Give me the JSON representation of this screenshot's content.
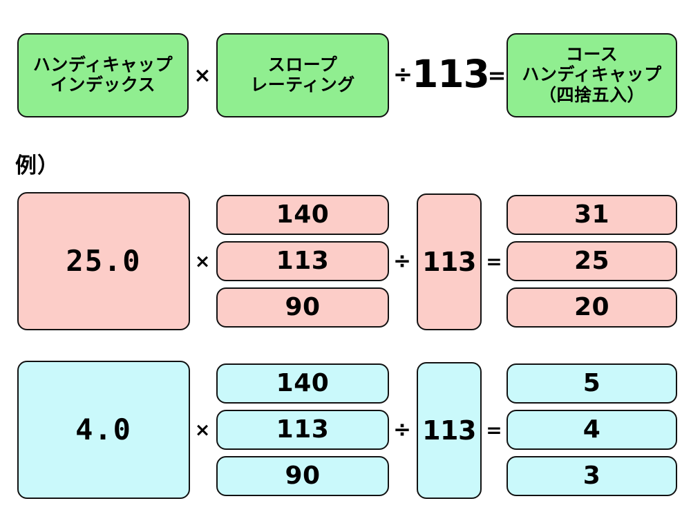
{
  "formula": {
    "term1": "ハンディキャップ\nインデックス",
    "operator_multiply": "×",
    "term2": "スロープ\nレーティング",
    "operator_divide": "÷",
    "divisor": "113",
    "operator_equals": "=",
    "result": "コース\nハンディキャップ\n（四捨五入）"
  },
  "example_label": "例）",
  "examples": [
    {
      "color": "#fccdc8",
      "handicap_index": "25.0",
      "operator_multiply": "×",
      "slope_ratings": [
        "140",
        "113",
        "90"
      ],
      "operator_divide": "÷",
      "divisor": "113",
      "operator_equals": "=",
      "results": [
        "31",
        "25",
        "20"
      ]
    },
    {
      "color": "#caf9fb",
      "handicap_index": "4.0",
      "operator_multiply": "×",
      "slope_ratings": [
        "140",
        "113",
        "90"
      ],
      "operator_divide": "÷",
      "divisor": "113",
      "operator_equals": "=",
      "results": [
        "5",
        "4",
        "3"
      ]
    }
  ],
  "colors": {
    "green": "#90ee90",
    "pink": "#fccdc8",
    "blue": "#caf9fb",
    "outline": "#111111",
    "background": "#ffffff"
  }
}
